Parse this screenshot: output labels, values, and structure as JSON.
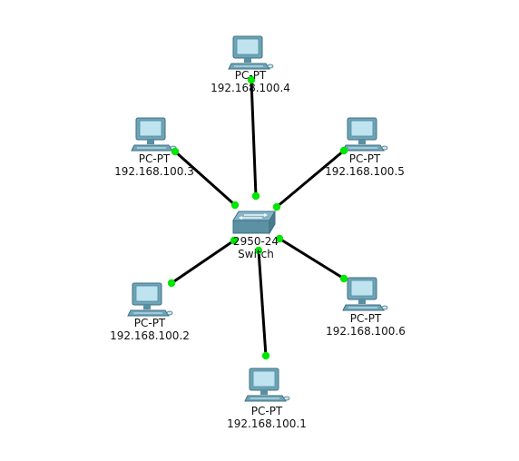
{
  "switch": {
    "model": "2950-24",
    "type": "Switch"
  },
  "devices": [
    {
      "id": "pc4",
      "type": "PC-PT",
      "ip": "192.168.100.4"
    },
    {
      "id": "pc3",
      "type": "PC-PT",
      "ip": "192.168.100.3"
    },
    {
      "id": "pc5",
      "type": "PC-PT",
      "ip": "192.168.100.5"
    },
    {
      "id": "pc2",
      "type": "PC-PT",
      "ip": "192.168.100.2"
    },
    {
      "id": "pc6",
      "type": "PC-PT",
      "ip": "192.168.100.6"
    },
    {
      "id": "pc1",
      "type": "PC-PT",
      "ip": "192.168.100.1"
    }
  ],
  "colors": {
    "link": "#000000",
    "link_status_up": "#00e600",
    "device_body": "#6fa4b8",
    "device_screen": "#bfe3ef"
  }
}
